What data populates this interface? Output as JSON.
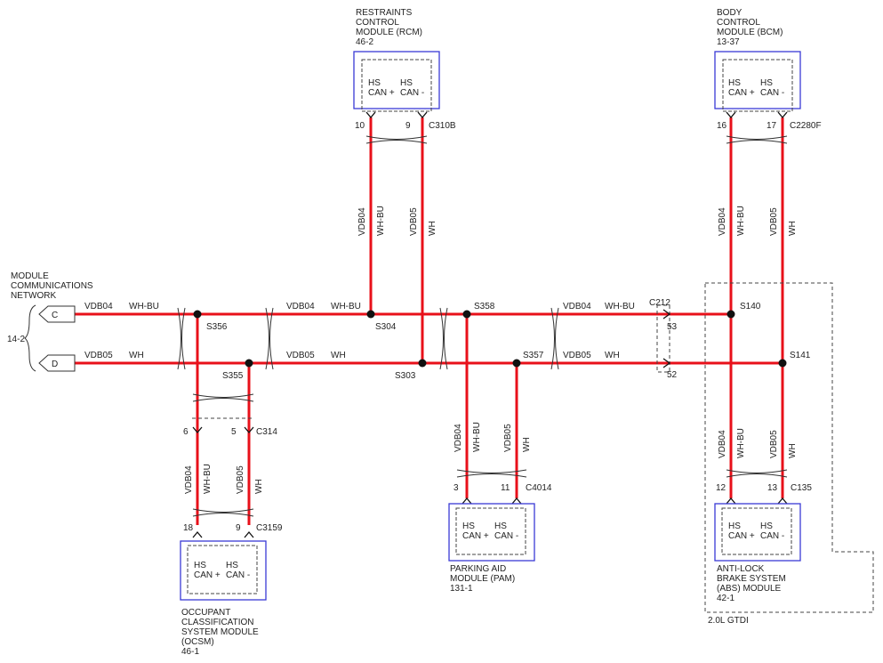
{
  "network": {
    "label": [
      "MODULE",
      "COMMUNICATIONS",
      "NETWORK"
    ],
    "page_ref": "14-2",
    "connectors": [
      {
        "letter": "C",
        "circuit": "VDB04",
        "color": "WH-BU"
      },
      {
        "letter": "D",
        "circuit": "VDB05",
        "color": "WH"
      }
    ]
  },
  "modules": {
    "rcm": {
      "title": [
        "RESTRAINTS",
        "CONTROL",
        "MODULE (RCM)",
        "46-2"
      ],
      "pin_a_label": [
        "HS",
        "CAN +"
      ],
      "pin_b_label": [
        "HS",
        "CAN -"
      ],
      "pin_a": "10",
      "pin_b": "9",
      "connector": "C310B"
    },
    "bcm": {
      "title": [
        "BODY",
        "CONTROL",
        "MODULE (BCM)",
        "13-37"
      ],
      "pin_a_label": [
        "HS",
        "CAN +"
      ],
      "pin_b_label": [
        "HS",
        "CAN -"
      ],
      "pin_a": "16",
      "pin_b": "17",
      "connector": "C2280F"
    },
    "ocsm": {
      "title": [
        "OCCUPANT",
        "CLASSIFICATION",
        "SYSTEM MODULE",
        "(OCSM)",
        "46-1"
      ],
      "pin_a_label": [
        "HS",
        "CAN +"
      ],
      "pin_b_label": [
        "HS",
        "CAN -"
      ],
      "pin_a": "18",
      "pin_b": "9",
      "connector": "C3159"
    },
    "pam": {
      "title": [
        "PARKING AID",
        "MODULE (PAM)",
        "131-1"
      ],
      "pin_a_label": [
        "HS",
        "CAN +"
      ],
      "pin_b_label": [
        "HS",
        "CAN -"
      ],
      "pin_a": "3",
      "pin_b": "11",
      "connector": "C4014"
    },
    "abs": {
      "title": [
        "ANTI-LOCK",
        "BRAKE SYSTEM",
        "(ABS) MODULE",
        "42-1"
      ],
      "pin_a_label": [
        "HS",
        "CAN +"
      ],
      "pin_b_label": [
        "HS",
        "CAN -"
      ],
      "pin_a": "12",
      "pin_b": "13",
      "connector": "C135"
    }
  },
  "splices": [
    "S356",
    "S355",
    "S304",
    "S303",
    "S358",
    "S357",
    "S140",
    "S141"
  ],
  "inline_connectors": {
    "c314": {
      "name": "C314",
      "pin_a": "6",
      "pin_b": "5"
    },
    "c212": {
      "name": "C212",
      "pin_a": "53",
      "pin_b": "52"
    }
  },
  "wire_labels": {
    "circuit_pos": "VDB04",
    "color_pos": "WH-BU",
    "circuit_neg": "VDB05",
    "color_neg": "WH"
  },
  "engine_note": "2.0L GTDI",
  "colors": {
    "wire": "#e8101a",
    "module_border": "#3a3ad6"
  }
}
